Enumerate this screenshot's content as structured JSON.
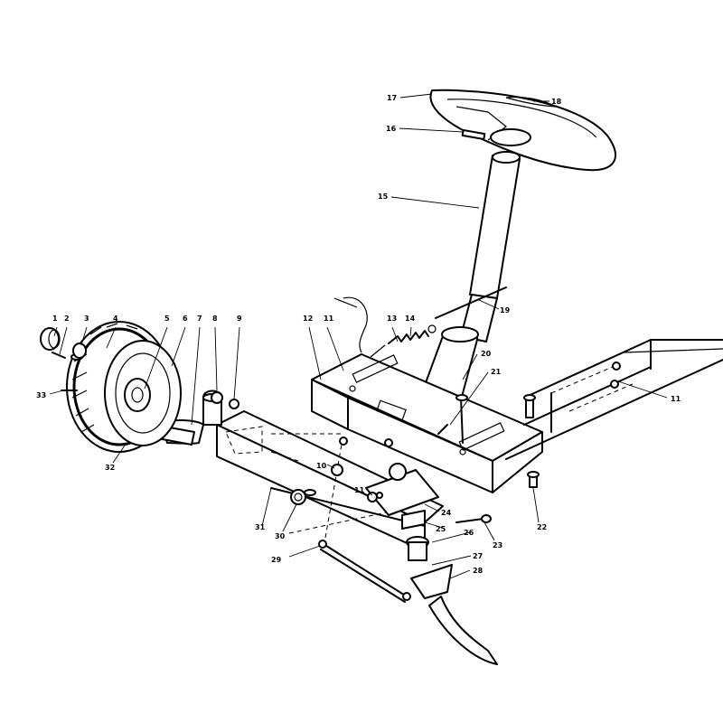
{
  "callouts": {
    "c1": "1",
    "c2": "2",
    "c3": "3",
    "c4": "4",
    "c5": "5",
    "c6": "6",
    "c7": "7",
    "c8": "8",
    "c9": "9",
    "c10": "10",
    "c11a": "11",
    "c11b": "11",
    "c11c": "11",
    "c12": "12",
    "c13": "13",
    "c14": "14",
    "c15": "15",
    "c16": "16",
    "c17": "17",
    "c18": "18",
    "c19": "19",
    "c20": "20",
    "c21": "21",
    "c22": "22",
    "c23": "23",
    "c24": "24",
    "c25": "25",
    "c26": "26",
    "c27": "27",
    "c28": "28",
    "c29": "29",
    "c30": "30",
    "c31": "31",
    "c32": "32",
    "c33": "33"
  }
}
